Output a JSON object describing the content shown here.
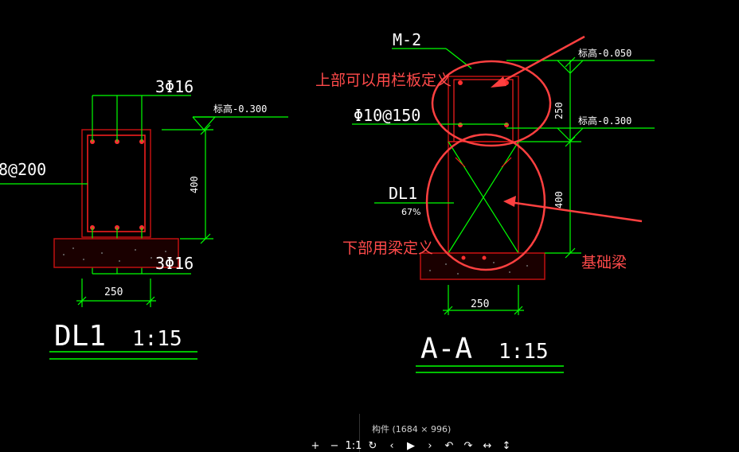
{
  "drawing_left": {
    "rebar_top": "3Φ16",
    "rebar_bottom": "3Φ16",
    "stirrup_left": "8@200",
    "level": "标高-0.300",
    "height_dim": "400",
    "width_dim": "250",
    "title": "DL1",
    "scale": "1:15"
  },
  "drawing_right": {
    "member_name": "M-2",
    "stirrup": "Φ10@150",
    "beam_label": "DL1",
    "level_top": "标高-0.050",
    "level_mid": "标高-0.300",
    "dim_upper": "250",
    "dim_lower": "400",
    "width_dim": "250",
    "title": "A-A",
    "scale": "1:15"
  },
  "annotations": {
    "upper_note": "上部可以用栏板定义",
    "lower_note": "下部用梁定义",
    "foundation_note": "基础梁"
  },
  "viewer": {
    "zoom_label": "67%",
    "title": "构件 (1684 × 996)",
    "toolbar": [
      "+",
      "−",
      "1:1",
      "↻",
      "‹",
      "▶",
      "›",
      "↶",
      "↷",
      "↔",
      "↕"
    ]
  },
  "colors": {
    "background": "#000000",
    "cad_green": "#00ff00",
    "cad_red": "#ff2020",
    "cad_cyan": "#00ffff",
    "annotation_red": "#ff4a4a"
  }
}
